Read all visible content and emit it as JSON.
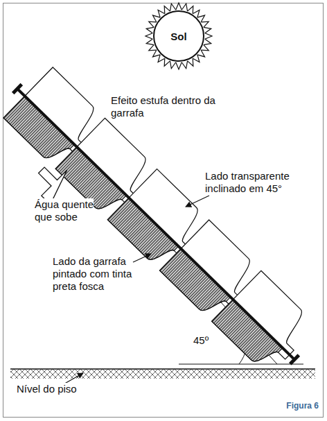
{
  "diagram": {
    "nodes": [
      {
        "text": [
          "Sol"
        ]
      }
    ],
    "labels": [
      "Efeito estufa dentro da garrafa",
      "Lado transparente inclinado em 45°",
      "Água quente que sobe",
      "Lado da garrafa pintado com tinta preta fosca",
      "45º",
      "Nível do piso",
      "Figura 6"
    ]
  }
}
